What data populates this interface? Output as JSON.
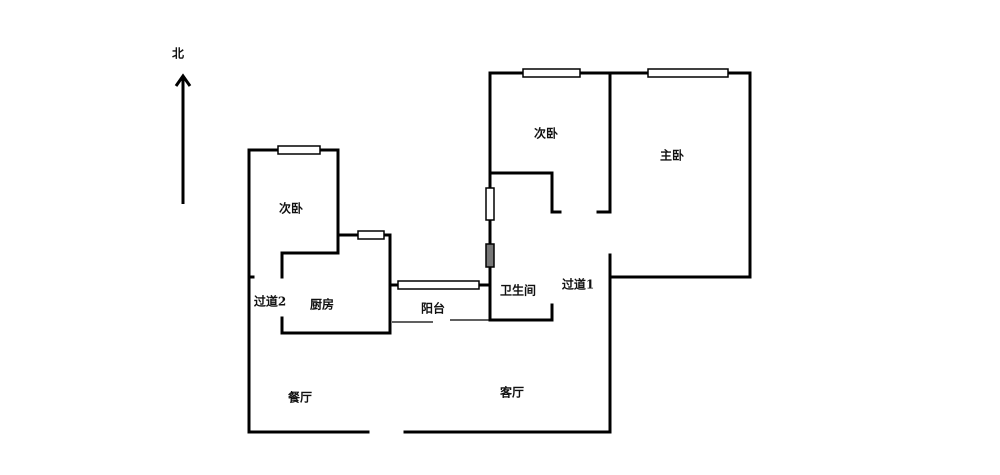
{
  "compass": {
    "north_label": "北"
  },
  "rooms": {
    "bedroom_small_left": "次卧",
    "kitchen": "厨房",
    "corridor_2": "过道2",
    "balcony": "阳台",
    "bathroom": "卫生间",
    "corridor_1": "过道1",
    "bedroom_second": "次卧",
    "master_bedroom": "主卧",
    "dining_room": "餐厅",
    "living_room": "客厅"
  },
  "colors": {
    "wall": "#000000",
    "background": "#ffffff"
  }
}
